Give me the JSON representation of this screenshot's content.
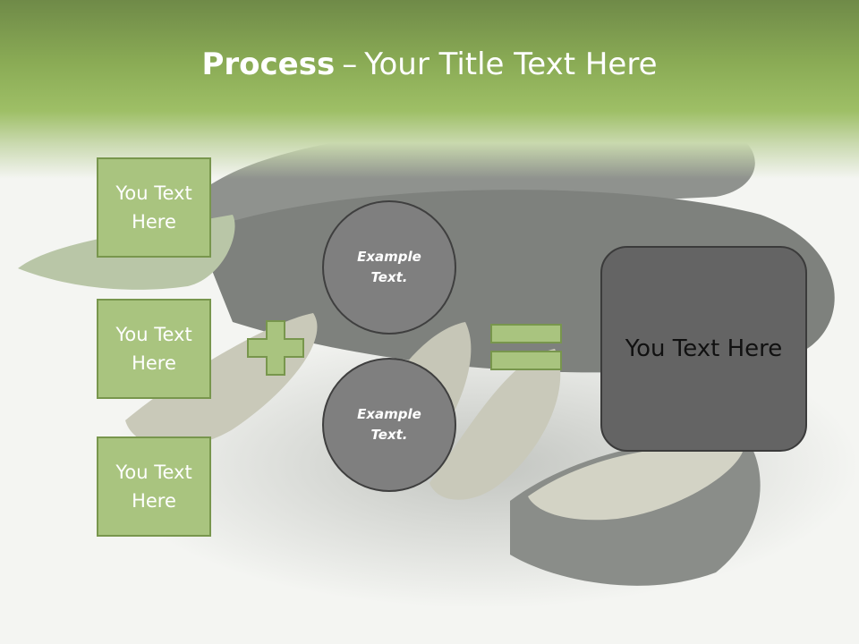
{
  "slide": {
    "title_strong": "Process",
    "title_dash": "–",
    "title_rest": "Your Title Text Here",
    "left_boxes": [
      {
        "text": "You Text Here"
      },
      {
        "text": "You Text Here"
      },
      {
        "text": "You Text Here"
      }
    ],
    "circles": [
      {
        "text": "Example Text."
      },
      {
        "text": "Example Text."
      }
    ],
    "result_text": "You Text Here",
    "icons": {
      "operator_plus": "plus-icon",
      "operator_equals": "equals-icon"
    },
    "colors": {
      "header_green": "#8aab55",
      "box_fill": "#a9c47f",
      "box_border": "#78964d",
      "circle_fill": "#7f7f7f",
      "result_fill": "#646464"
    }
  }
}
